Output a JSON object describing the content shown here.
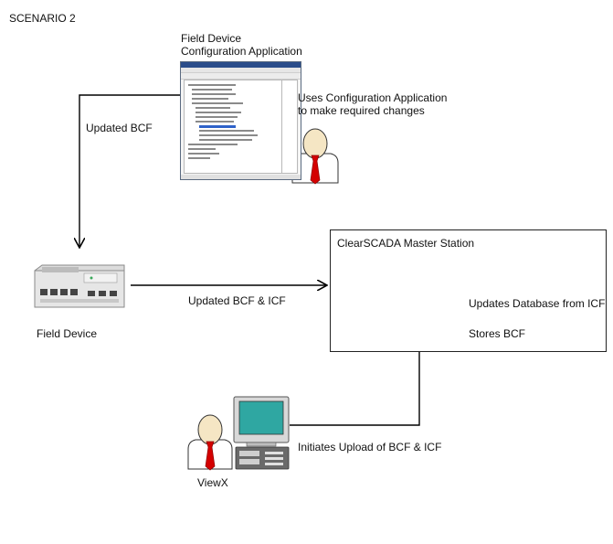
{
  "scenario_label": "SCENARIO 2",
  "config_app": {
    "title_line1": "Field Device",
    "title_line2": "Configuration Application"
  },
  "user_top_note": {
    "line1": "Uses Configuration Application",
    "line2": "to make required changes"
  },
  "edge_updated_bcf": "Updated BCF",
  "edge_updated_bcf_icf": "Updated BCF & ICF",
  "field_device_label": "Field Device",
  "master_station": {
    "title": "ClearSCADA Master Station",
    "item1": "Updates Database from ICF",
    "item2": "Stores BCF"
  },
  "viewx": {
    "label": "ViewX",
    "action": "Initiates Upload of BCF & ICF"
  },
  "colors": {
    "tie_red": "#d40000",
    "face": "#f5e6c4",
    "logo_magenta": "#cc1f4f",
    "screen_teal": "#2fa7a2",
    "window_title": "#2a4c8a"
  }
}
